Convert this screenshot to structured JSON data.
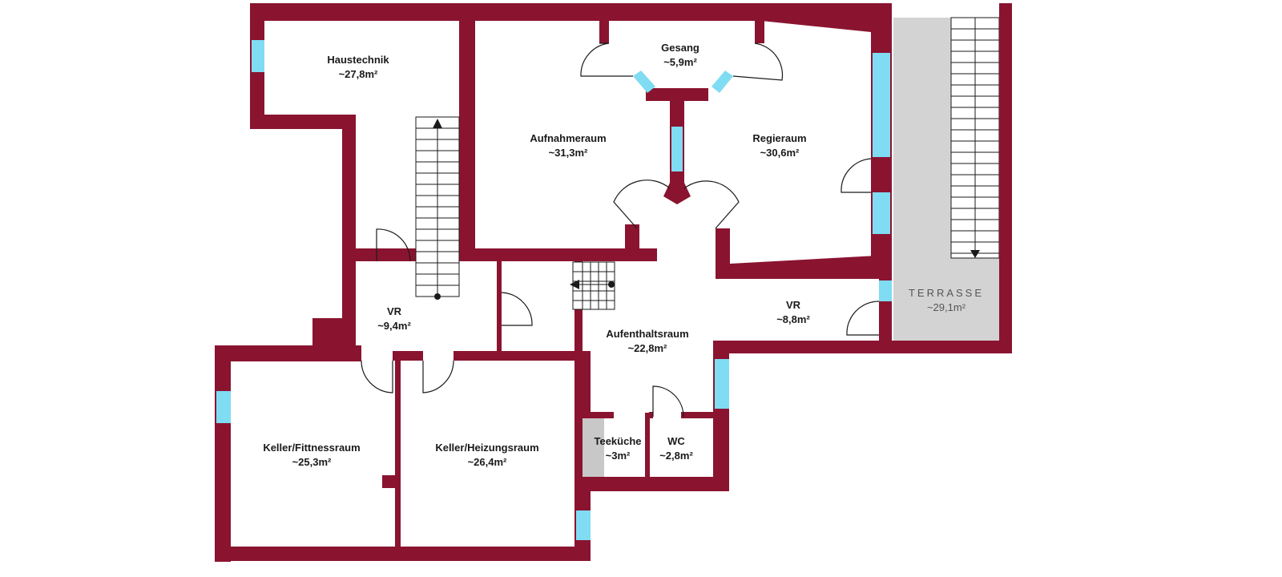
{
  "colors": {
    "wall": "#8a1430",
    "window": "#7fdcf2",
    "terrace": "#d3d3d3",
    "floor": "#ffffff"
  },
  "rooms": {
    "haustechnik": {
      "name": "Haustechnik",
      "area": "~27,8m²"
    },
    "gesang": {
      "name": "Gesang",
      "area": "~5,9m²"
    },
    "aufnahmeraum": {
      "name": "Aufnahmeraum",
      "area": "~31,3m²"
    },
    "regieraum": {
      "name": "Regieraum",
      "area": "~30,6m²"
    },
    "vr_left": {
      "name": "VR",
      "area": "~9,4m²"
    },
    "vr_right": {
      "name": "VR",
      "area": "~8,8m²"
    },
    "aufenthaltsraum": {
      "name": "Aufenthaltsraum",
      "area": "~22,8m²"
    },
    "terrasse": {
      "name": "TERRASSE",
      "area": "~29,1m²"
    },
    "keller_fitness": {
      "name": "Keller/Fittnessraum",
      "area": "~25,3m²"
    },
    "keller_heizung": {
      "name": "Keller/Heizungsraum",
      "area": "~26,4m²"
    },
    "teekueche": {
      "name": "Teeküche",
      "area": "~3m²"
    },
    "wc": {
      "name": "WC",
      "area": "~2,8m²"
    }
  }
}
